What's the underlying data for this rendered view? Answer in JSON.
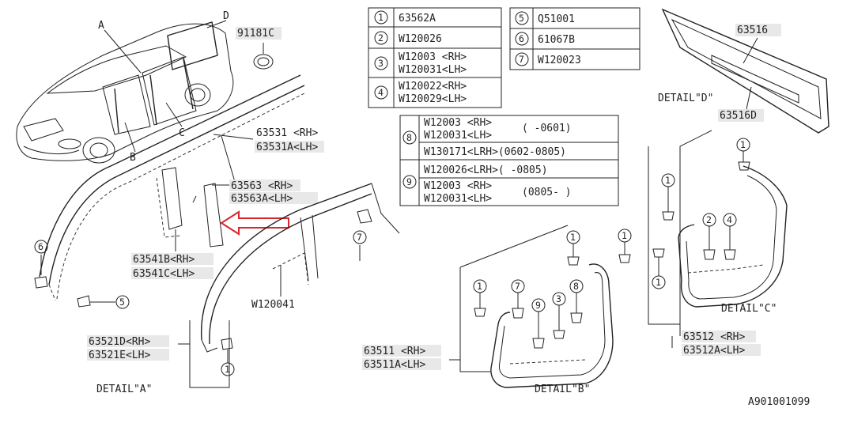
{
  "car_labels": {
    "a": "A",
    "b": "B",
    "c": "C",
    "d": "D"
  },
  "parts": {
    "p91181c": "91181C",
    "p63531_rh": "63531 <RH>",
    "p63531a_lh": "63531A<LH>",
    "p63563_rh": "63563 <RH>",
    "p63563a_lh": "63563A<LH>",
    "p63541b_rh": "63541B<RH>",
    "p63541c_lh": "63541C<LH>",
    "w120041": "W120041",
    "p63521d_rh": "63521D<RH>",
    "p63521e_lh": "63521E<LH>",
    "p63511_rh": "63511 <RH>",
    "p63511a_lh": "63511A<LH>",
    "p63516": "63516",
    "p63516d": "63516D",
    "p63512_rh": "63512 <RH>",
    "p63512a_lh": "63512A<LH>"
  },
  "details": {
    "a": "DETAIL\"A\"",
    "b": "DETAIL\"B\"",
    "c": "DETAIL\"C\"",
    "d": "DETAIL\"D\""
  },
  "legend": {
    "n1": "1",
    "v1": "63562A",
    "n2": "2",
    "v2": "W120026",
    "n3": "3",
    "v3a": "W12003 <RH>",
    "v3b": "W120031<LH>",
    "n4": "4",
    "v4a": "W120022<RH>",
    "v4b": "W120029<LH>",
    "n5": "5",
    "v5": "Q51001",
    "n6": "6",
    "v6": "61067B",
    "n7": "7",
    "v7": "W120023",
    "n8": "8",
    "v8a": "W12003 <RH>",
    "v8b": "W120031<LH>",
    "v8c": "( -0601)",
    "v8d": "W130171<LRH>(0602-0805)",
    "n9": "9",
    "v9a": "W120026<LRH>( -0805)",
    "v9b": "W12003 <RH>",
    "v9c": "W120031<LH>",
    "v9d": "(0805- )"
  },
  "callouts": {
    "c1": "1",
    "c2": "2",
    "c3": "3",
    "c4": "4",
    "c5": "5",
    "c6": "6",
    "c7": "7",
    "c8": "8",
    "c9": "9"
  },
  "diagram_id": "A901001099"
}
